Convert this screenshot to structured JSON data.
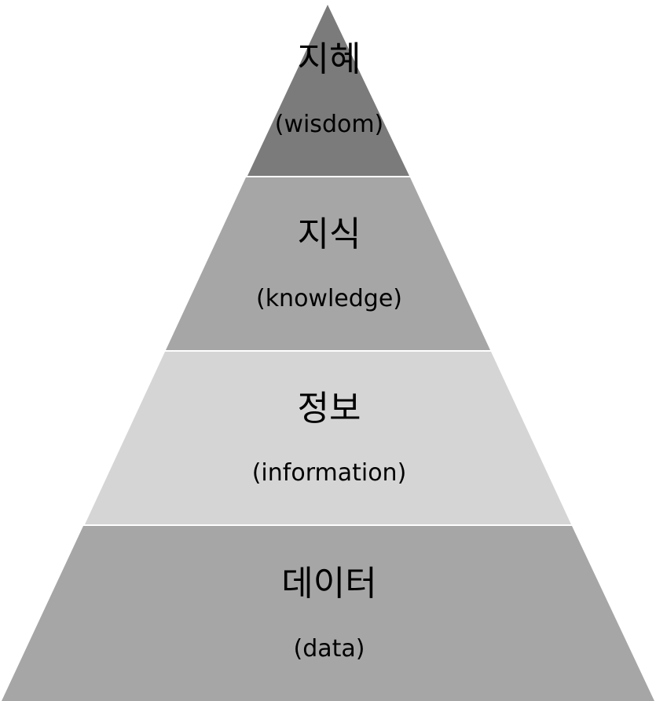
{
  "diagram": {
    "type": "pyramid",
    "tiers": [
      {
        "ko": "지혜",
        "en": "(wisdom)",
        "color": "#7b7b7b"
      },
      {
        "ko": "지식",
        "en": "(knowledge)",
        "color": "#a6a6a6"
      },
      {
        "ko": "정보",
        "en": "(information)",
        "color": "#d5d5d5"
      },
      {
        "ko": "데이터",
        "en": "(data)",
        "color": "#a6a6a6"
      }
    ]
  }
}
